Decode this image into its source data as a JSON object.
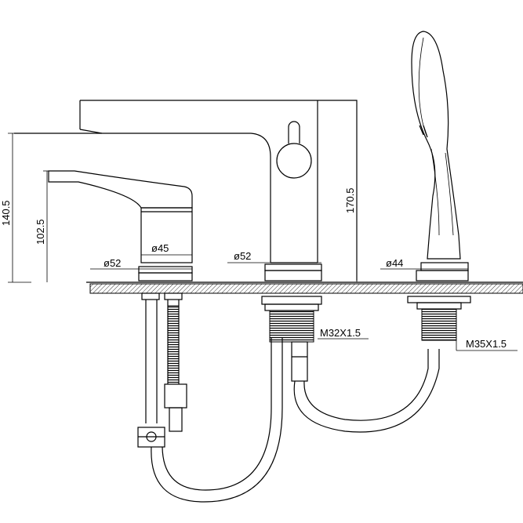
{
  "dimensions": {
    "dia_left_base": "ø52",
    "dia_spout_base": "ø52",
    "dia_shower_base": "ø44",
    "dia_mixer_body": "ø45",
    "height_mixer_lever": "140.5",
    "height_mixer_body": "102.5",
    "height_spout": "170.5",
    "thread_spout": "M32X1.5",
    "thread_shower": "M35X1.5"
  },
  "colors": {
    "line": "#000000",
    "background": "#ffffff",
    "deck_hatch": "#000000"
  }
}
